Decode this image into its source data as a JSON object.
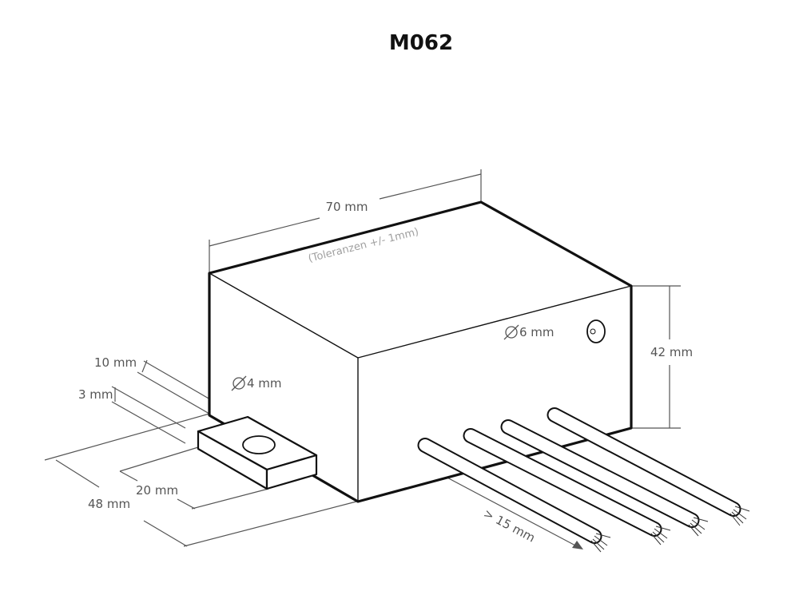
{
  "title": "M062",
  "labels": {
    "width": "70 mm",
    "tolerance": "(Toleranzen +/- 1mm)",
    "height": "42 mm",
    "jack_diameter": "6 mm",
    "hole_diameter": "4 mm",
    "tab_length": "10 mm",
    "tab_thickness": "3 mm",
    "tab_width": "20 mm",
    "depth": "48 mm",
    "wire_length": "> 15 mm"
  },
  "colors": {
    "outline": "#111111",
    "dimension": "#555555",
    "tolerance_text": "#a0a0a0"
  }
}
